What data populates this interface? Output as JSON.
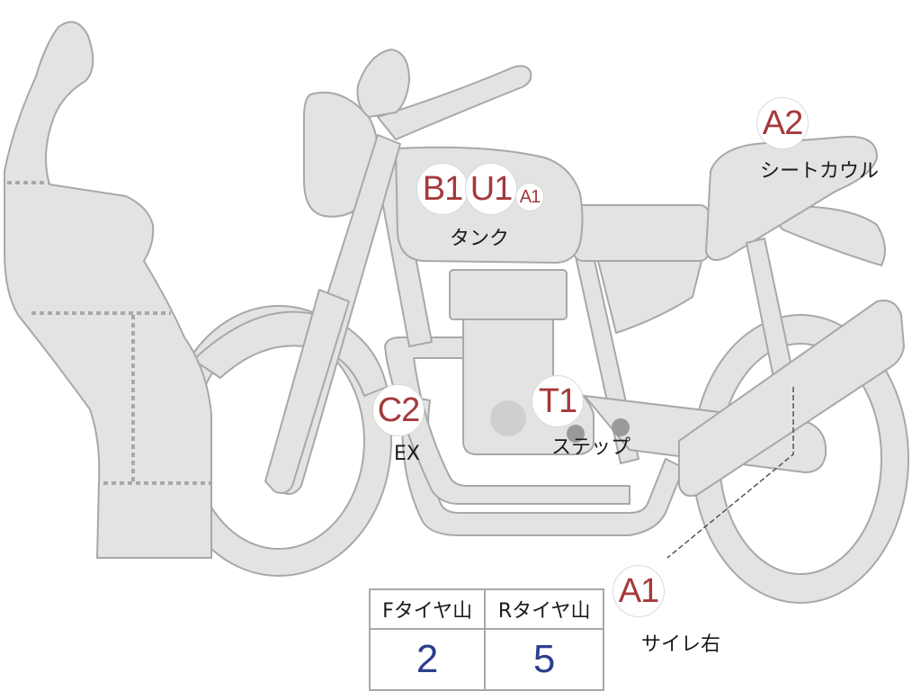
{
  "badges": {
    "b1": "B1",
    "u1": "U1",
    "a1_small": "A1",
    "a2": "A2",
    "c2": "C2",
    "t1": "T1",
    "a1": "A1"
  },
  "labels": {
    "tank": "タンク",
    "seat_cowl": "シートカウル",
    "ex": "EX",
    "step": "ステップ",
    "silencer_right": "サイレ右"
  },
  "tread_table": {
    "headers": [
      "Fタイヤ山",
      "Rタイヤ山"
    ],
    "values": [
      "2",
      "5"
    ]
  }
}
